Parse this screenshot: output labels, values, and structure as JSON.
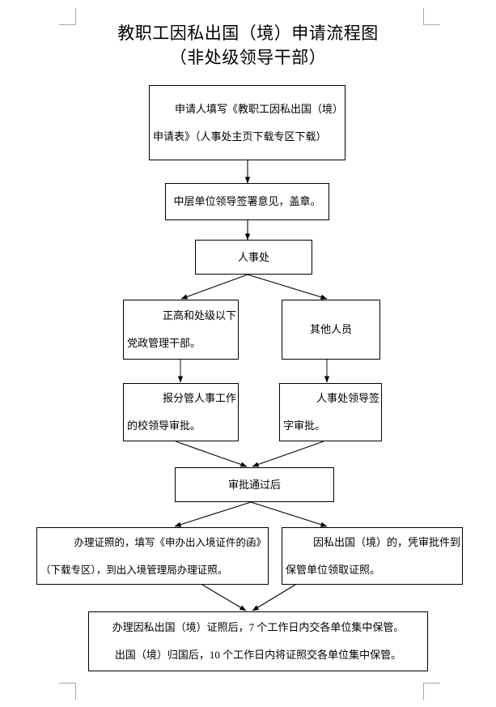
{
  "title": {
    "line1": "教职工因私出国（境）申请流程图",
    "line2": "（非处级领导干部）"
  },
  "flow": {
    "type": "flowchart",
    "nodes": [
      {
        "id": "apply",
        "lines": [
          "申请人填写《教职工因私出国（境）",
          "申请表》（人事处主页下载专区下载）"
        ]
      },
      {
        "id": "middle-unit",
        "lines": [
          "中层单位领导签署意见，盖章。"
        ]
      },
      {
        "id": "personnel-office",
        "lines": [
          "人事处"
        ]
      },
      {
        "id": "senior-cadre",
        "lines": [
          "正高和处级以下",
          "党政管理干部。"
        ]
      },
      {
        "id": "other-staff",
        "lines": [
          "其他人员"
        ]
      },
      {
        "id": "vp-approval",
        "lines": [
          "报分管人事工作",
          "的校领导审批。"
        ]
      },
      {
        "id": "ho-sign",
        "lines": [
          "人事处领导签",
          "字审批。"
        ]
      },
      {
        "id": "after-approval",
        "lines": [
          "审批通过后"
        ]
      },
      {
        "id": "apply-passport",
        "lines": [
          "办理证照的，填写《申办出入境证件的函》",
          "（下载专区），到出入境管理局办理证照。"
        ]
      },
      {
        "id": "collect-passport",
        "lines": [
          "因私出国（境）的，凭审批件到",
          "保管单位领取证照。"
        ]
      },
      {
        "id": "custody",
        "lines": [
          "办理因私出国（境）证照后，7 个工作日内交各单位集中保管。",
          "出国（境）归国后，10 个工作日内将证照交各单位集中保管。"
        ]
      }
    ],
    "edges": [
      {
        "from": "apply",
        "to": "middle-unit",
        "style": "straight-down"
      },
      {
        "from": "middle-unit",
        "to": "personnel-office",
        "style": "straight-down"
      },
      {
        "from": "personnel-office",
        "to": "senior-cadre",
        "style": "diagonal-left"
      },
      {
        "from": "personnel-office",
        "to": "other-staff",
        "style": "diagonal-right"
      },
      {
        "from": "senior-cadre",
        "to": "vp-approval",
        "style": "straight-down"
      },
      {
        "from": "other-staff",
        "to": "ho-sign",
        "style": "straight-down"
      },
      {
        "from": "vp-approval",
        "to": "after-approval",
        "style": "diagonal-merge"
      },
      {
        "from": "ho-sign",
        "to": "after-approval",
        "style": "diagonal-merge"
      },
      {
        "from": "after-approval",
        "to": "apply-passport",
        "style": "diagonal-left"
      },
      {
        "from": "after-approval",
        "to": "collect-passport",
        "style": "diagonal-right"
      },
      {
        "from": "apply-passport",
        "to": "custody",
        "style": "diagonal-merge"
      },
      {
        "from": "collect-passport",
        "to": "custody",
        "style": "diagonal-merge"
      }
    ]
  },
  "colors": {
    "line": "#000000",
    "text": "#000000",
    "background": "#ffffff",
    "cropmark": "#a8a8a8"
  }
}
